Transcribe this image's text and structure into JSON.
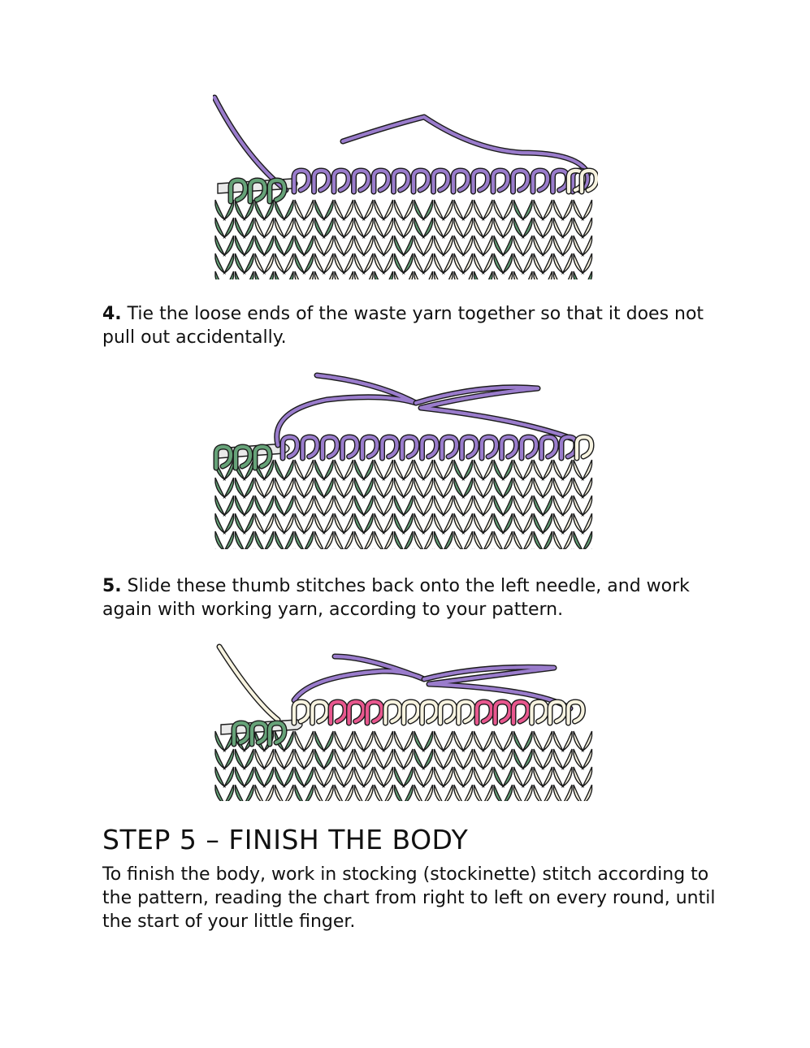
{
  "colors": {
    "green": "#66a278",
    "cream": "#f7f3e0",
    "purple": "#9a7ccc",
    "pink": "#e8578e",
    "outline": "#1b1b1b",
    "needle": "#e9e9e9"
  },
  "illustrations": [
    {
      "name": "figure-waste-yarn-loose"
    },
    {
      "name": "figure-waste-yarn-tied"
    },
    {
      "name": "figure-stitches-on-left-needle"
    }
  ],
  "steps": [
    {
      "number": "4.",
      "text": " Tie the loose ends of the waste yarn together so that it does not pull out accidentally."
    },
    {
      "number": "5.",
      "text": " Slide these thumb stitches back onto the left needle, and work again with working yarn, according to your pattern."
    }
  ],
  "section": {
    "heading": "STEP 5 – FINISH THE BODY",
    "body": "To finish the body, work in stocking (stockinette) stitch according to the pattern, reading the chart from right to left on every round, until the start of your little finger."
  }
}
